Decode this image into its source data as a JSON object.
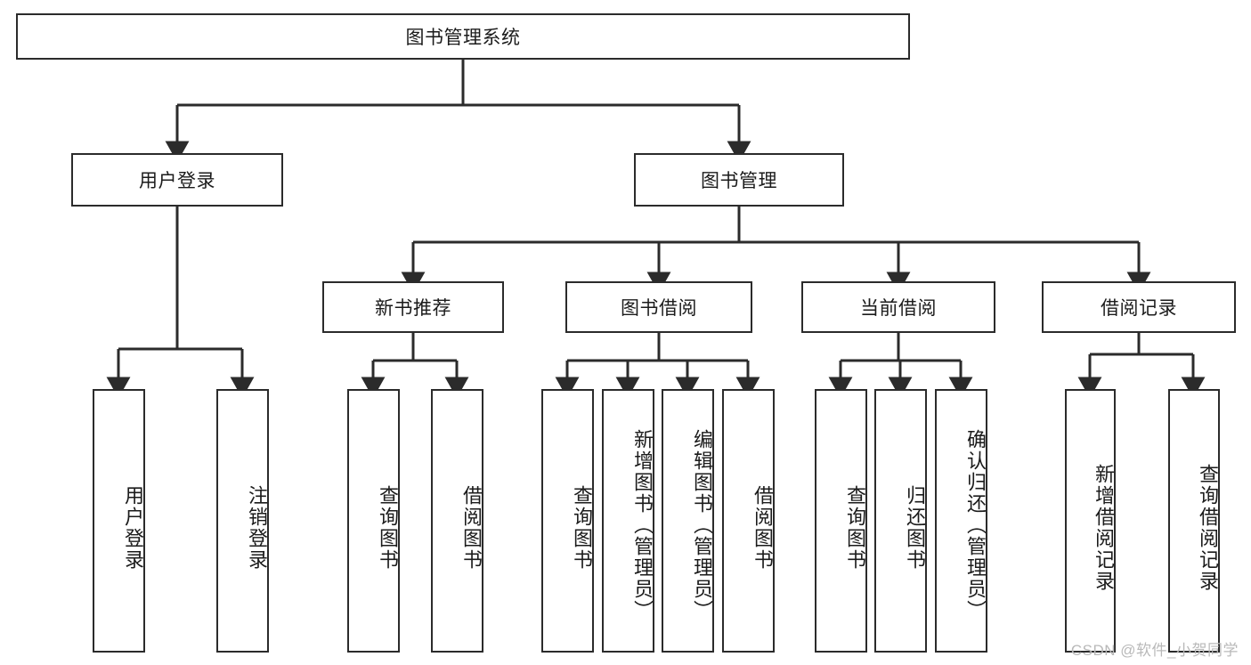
{
  "diagram": {
    "type": "tree",
    "title": "图书管理系统",
    "watermark": "CSDN @软件_小贺同学",
    "colors": {
      "box_border": "#2b2b2b",
      "box_fill": "#ffffff",
      "connector": "#2b2b2b",
      "text": "#1b1b1b",
      "watermark": "#b9b9b9"
    },
    "nodes": {
      "root": "图书管理系统",
      "level2": [
        "用户登录",
        "图书管理"
      ],
      "level3": [
        "新书推荐",
        "图书借阅",
        "当前借阅",
        "借阅记录"
      ],
      "leaves_user_login": [
        "用户登录",
        "注销登录"
      ],
      "leaves_new_books": [
        "查询图书",
        "借阅图书"
      ],
      "leaves_borrow": [
        "查询图书",
        "新增图书（管理员）",
        "编辑图书（管理员）",
        "借阅图书"
      ],
      "leaves_current": [
        "查询图书",
        "归还图书",
        "确认归还（管理员）"
      ],
      "leaves_records": [
        "新增借阅记录",
        "查询借阅记录"
      ]
    }
  }
}
